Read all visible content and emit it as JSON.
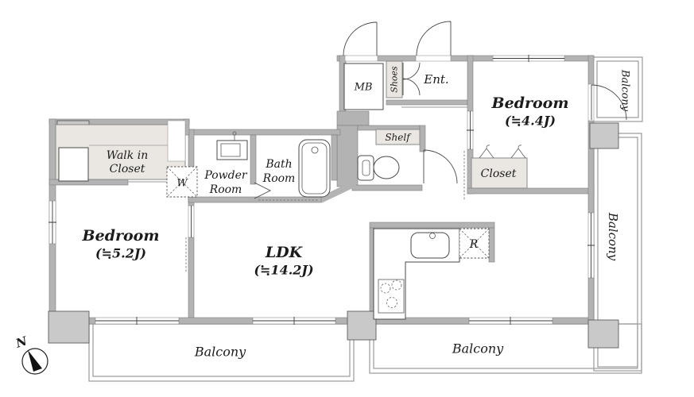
{
  "rooms": {
    "walk_in_closet": {
      "lines": [
        "Walk in",
        "Closet"
      ]
    },
    "powder_room": {
      "lines": [
        "Powder",
        "Room"
      ]
    },
    "bath_room": {
      "lines": [
        "Bath",
        "Room"
      ]
    },
    "meter_box": {
      "label": "MB"
    },
    "shoes": {
      "label": "Shoes"
    },
    "entrance": {
      "label": "Ent."
    },
    "shelf": {
      "label": "Shelf"
    },
    "bedroom_right": {
      "name": "Bedroom",
      "size": "(≒4.4J)"
    },
    "closet": {
      "label": "Closet"
    },
    "bedroom_left": {
      "name": "Bedroom",
      "size": "(≒5.2J)"
    },
    "ldk": {
      "name": "LDK",
      "size": "(≒14.2J)"
    }
  },
  "fixtures": {
    "washing_machine": {
      "label": "W"
    },
    "refrigerator": {
      "label": "R"
    }
  },
  "balconies": {
    "top_right": "Balcony",
    "right": "Balcony",
    "bottom_left": "Balcony",
    "bottom_right": "Balcony"
  },
  "compass": {
    "north": "N"
  },
  "colors": {
    "wall": "#b3b3b3",
    "wall_edge": "#7e7e7e",
    "pillar": "#c9c9c9",
    "cab": "#eae7e2",
    "text": "#1b1b1b"
  }
}
